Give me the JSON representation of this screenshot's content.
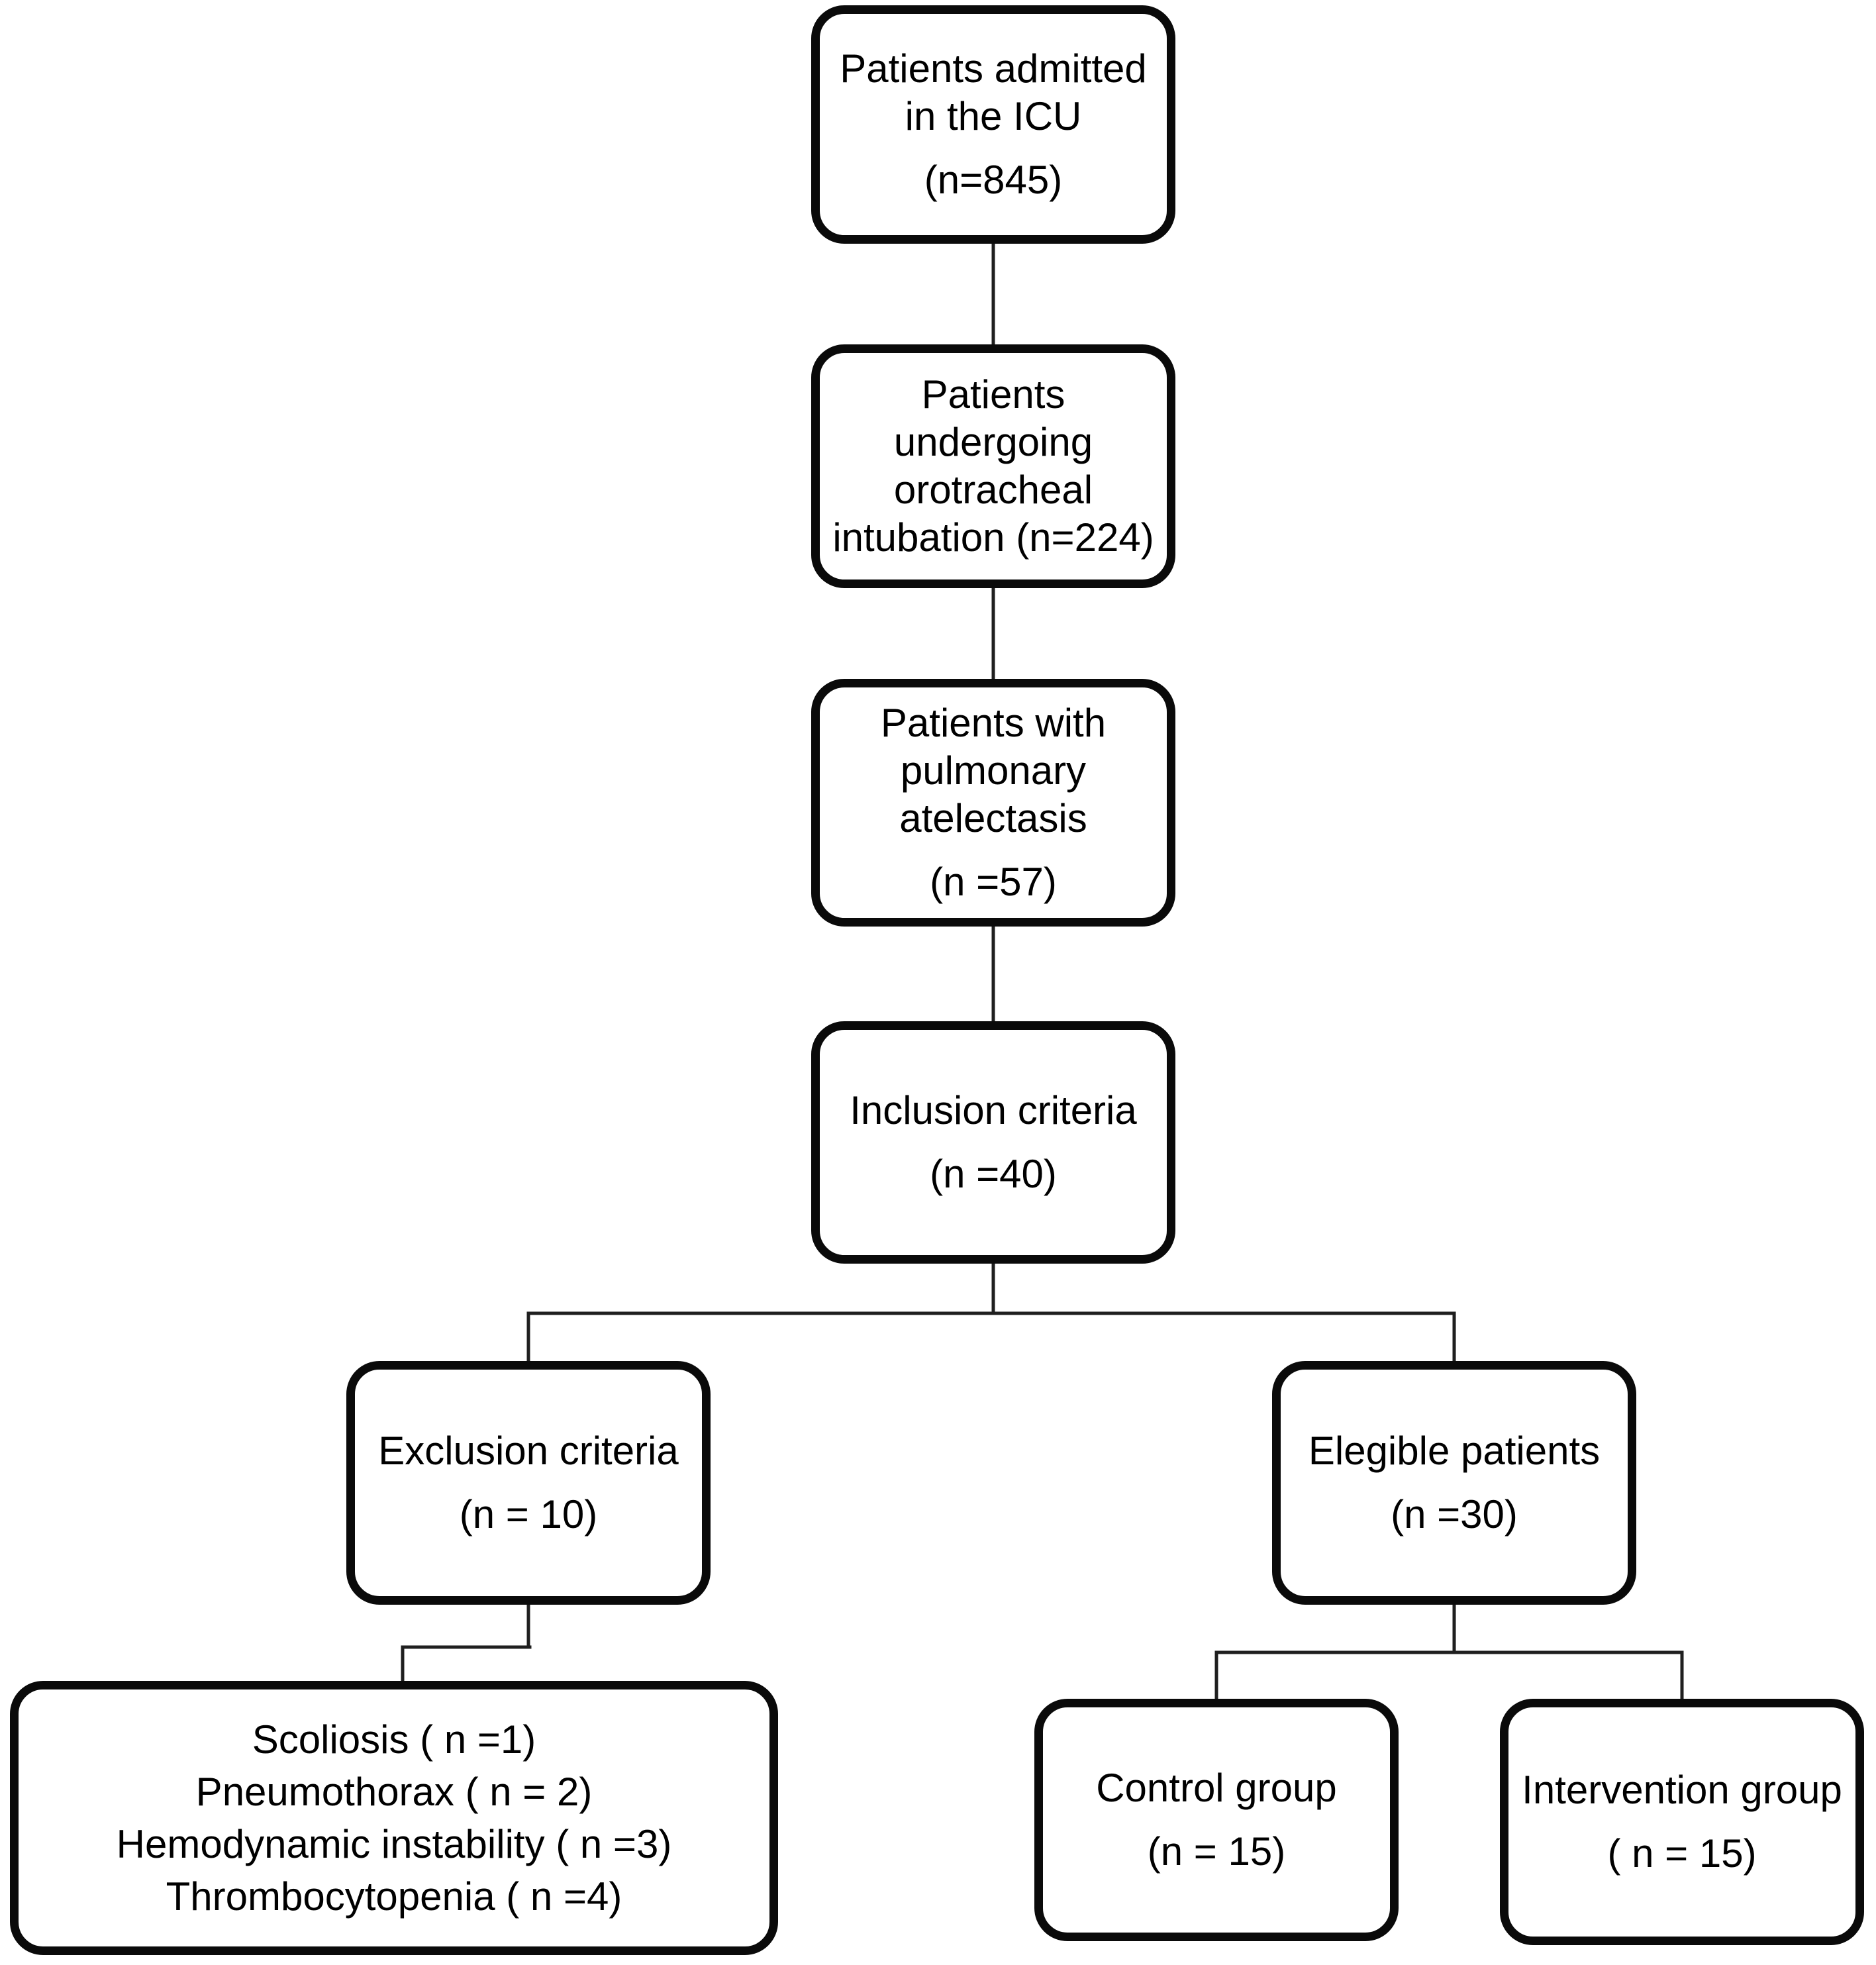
{
  "diagram": {
    "background_color": "#ffffff",
    "box_border_color": "#0a0a0a",
    "connector_color": "#1f1f1f",
    "nodes": {
      "admitted": {
        "text": "Patients admitted\nin the ICU",
        "count": "(n=845)"
      },
      "intubation": {
        "text": "Patients\nundergoing\norotracheal\nintubation (n=224)",
        "count": ""
      },
      "atelectasis": {
        "text": "Patients with\npulmonary\natelectasis",
        "count": "(n =57)"
      },
      "inclusion": {
        "text": "Inclusion criteria",
        "count": "(n =40)"
      },
      "exclusion": {
        "text": "Exclusion criteria",
        "count": "(n = 10)"
      },
      "eligible": {
        "text": "Elegible patients",
        "count": "(n =30)"
      },
      "exclusion_reasons": {
        "text": "Scoliosis ( n =1)\nPneumothorax ( n = 2)\nHemodynamic instability ( n =3)\nThrombocytopenia ( n =4)",
        "count": ""
      },
      "control": {
        "text": "Control group",
        "count": "(n = 15)"
      },
      "intervention": {
        "text": "Intervention group",
        "count": "( n = 15)"
      }
    },
    "edges": [
      {
        "from": "admitted",
        "to": "intubation"
      },
      {
        "from": "intubation",
        "to": "atelectasis"
      },
      {
        "from": "atelectasis",
        "to": "inclusion"
      },
      {
        "from": "inclusion",
        "to": "exclusion"
      },
      {
        "from": "inclusion",
        "to": "eligible"
      },
      {
        "from": "exclusion",
        "to": "exclusion_reasons"
      },
      {
        "from": "eligible",
        "to": "control"
      },
      {
        "from": "eligible",
        "to": "intervention"
      }
    ]
  }
}
